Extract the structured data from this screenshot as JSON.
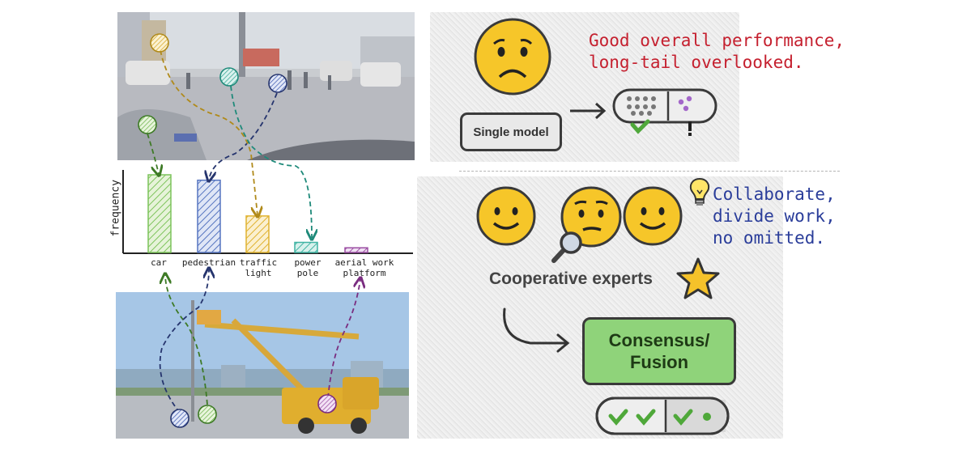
{
  "chart_data": {
    "type": "bar",
    "categories": [
      "car",
      "pedestrian",
      "traffic\nlight",
      "power\npole",
      "aerial work\nplatform"
    ],
    "values": [
      100,
      93,
      47,
      13,
      6
    ],
    "ylabel": "frequency",
    "colors": [
      "#7cc35a",
      "#5675c0",
      "#e0b230",
      "#3fb3a3",
      "#9b4ea3"
    ]
  },
  "top_panel": {
    "message": "Good overall performance,\nlong-tail overlooked.",
    "box_label": "Single model",
    "message_color": "#c5202f"
  },
  "bottom_panel": {
    "message": "Collaborate,\ndivide work,\nno omitted.",
    "experts_label": "Cooperative experts",
    "fusion_label": "Consensus/\nFusion",
    "message_color": "#2a3d9a"
  },
  "icons": [
    "sad-face-icon",
    "smiley-face-icon",
    "confused-face-icon",
    "magnifier-icon",
    "lightbulb-icon",
    "star-icon",
    "check-icon",
    "exclamation-icon"
  ]
}
